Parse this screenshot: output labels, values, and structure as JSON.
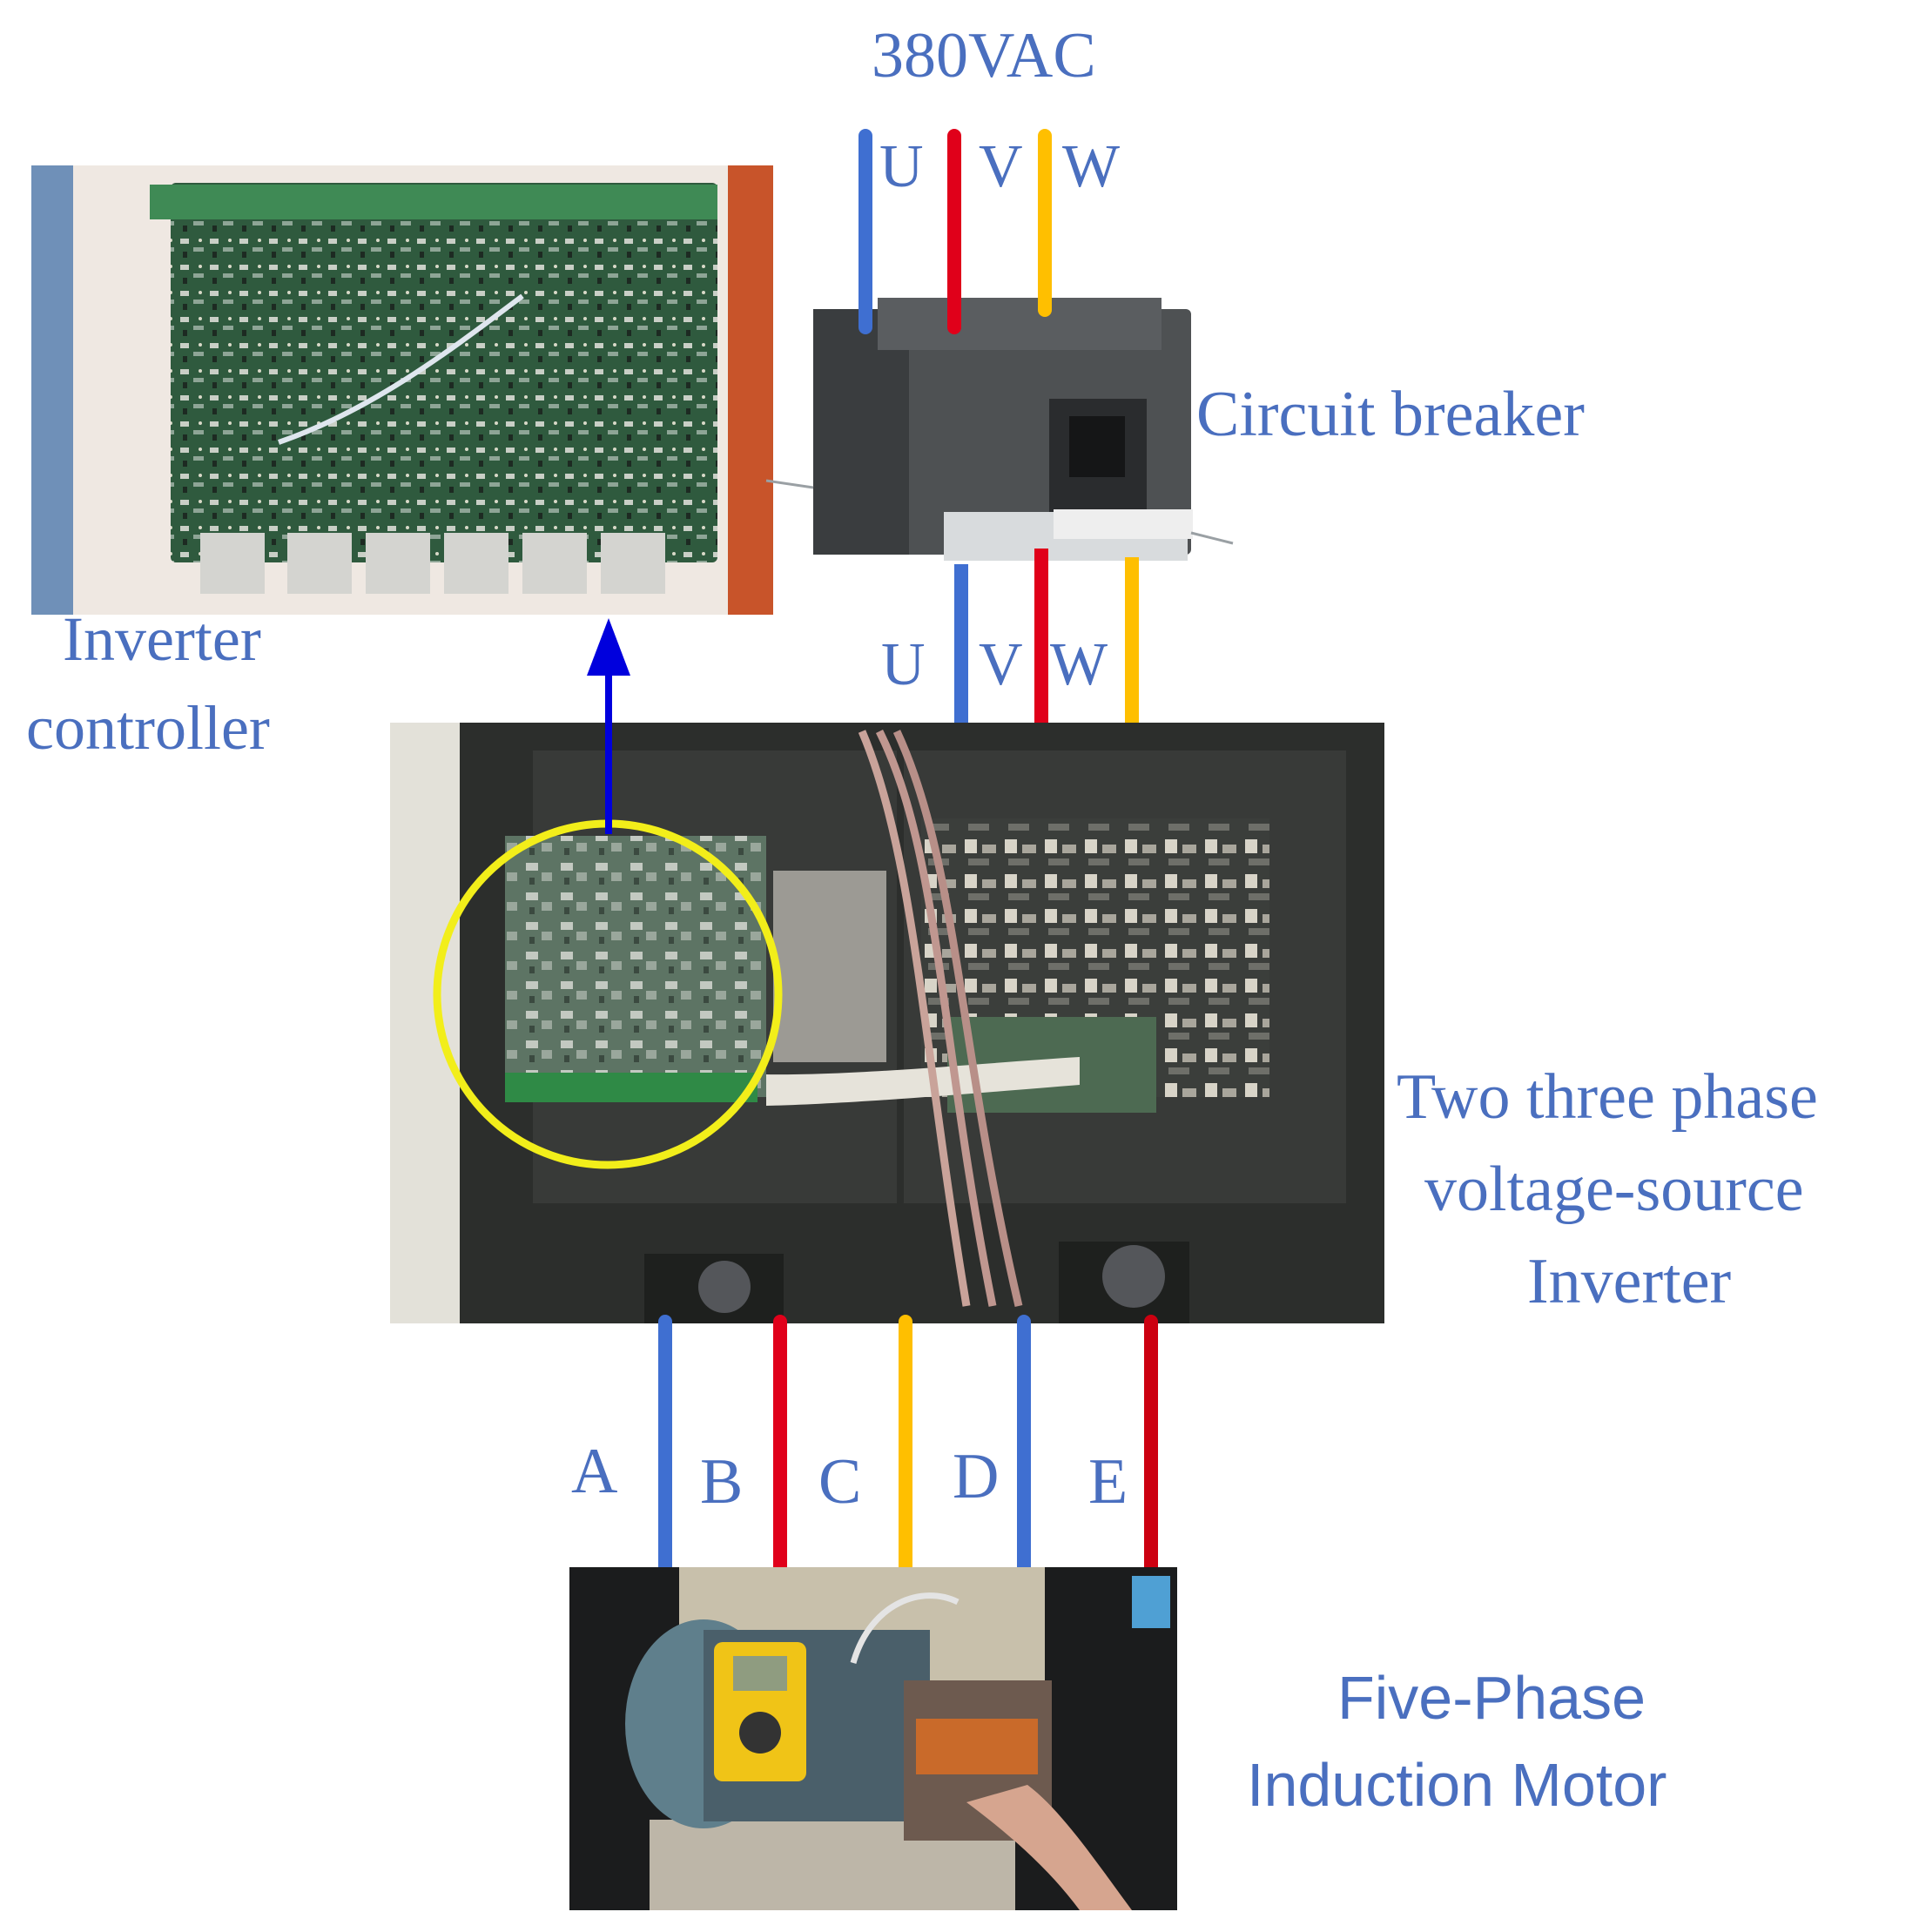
{
  "supply": {
    "label": "380VAC",
    "phases_in": [
      "U",
      "V",
      "W"
    ],
    "phases_out": [
      "U",
      "V",
      "W"
    ]
  },
  "blocks": {
    "controller_label_1": "Inverter",
    "controller_label_2": "controller",
    "breaker_label": "Circuit breaker",
    "inverter_label_1": "Two three phase",
    "inverter_label_2": "voltage-source",
    "inverter_label_3": "Inverter",
    "motor_label_1": "Five-Phase",
    "motor_label_2": "Induction Motor"
  },
  "motor_phases": [
    "A",
    "B",
    "C",
    "D",
    "E"
  ],
  "colors": {
    "text": "#4a6fbf",
    "wire_blue": "#3f6fd1",
    "wire_red": "#e0001a",
    "wire_yellow": "#ffbf00",
    "arrow": "#0000dd",
    "highlight": "#f2ee1a"
  }
}
